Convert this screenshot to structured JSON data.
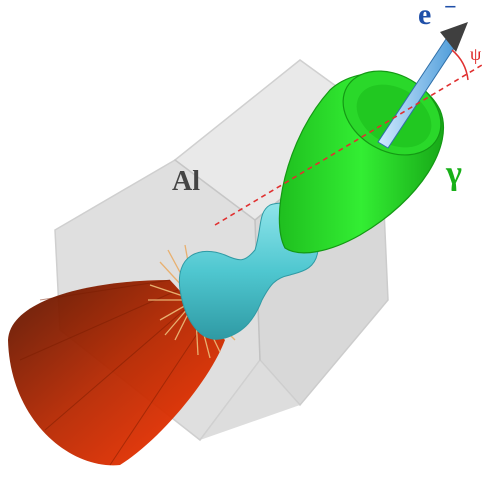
{
  "labels": {
    "material": "Al",
    "electron": "e",
    "electron_charge": "−",
    "gamma": "γ",
    "angle": "ψ"
  },
  "colors": {
    "cube_face": "#dcdcdc",
    "cube_edge": "#c8c8c8",
    "gamma_cone": "#22dd22",
    "gamma_dark": "#149914",
    "waist": "#4fc7d0",
    "waist_dark": "#2f9aa4",
    "emission_cone": "#ff2a00",
    "emission_dark": "#6a1a00",
    "electron_beam": "#6fb8e8",
    "spark": "#e8b070",
    "axis": "#e03030",
    "label_dark": "#444444",
    "electron_label": "#1f4fa8",
    "gamma_label": "#18b018",
    "angle_label": "#dd2222"
  }
}
